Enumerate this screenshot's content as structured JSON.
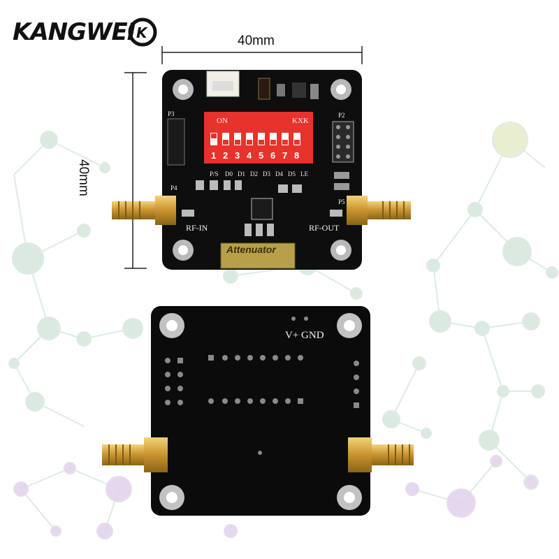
{
  "brand": "KANGWEI",
  "brand_badge": "K",
  "dimensions": {
    "width_label": "40mm",
    "height_label": "40mm"
  },
  "front_board": {
    "switch_on_label": "ON",
    "switch_brand": "KXK",
    "switch_numbers": [
      "1",
      "2",
      "3",
      "4",
      "5",
      "6",
      "7",
      "8"
    ],
    "pin_labels": [
      "P/S",
      "D0",
      "D1",
      "D2",
      "D3",
      "D4",
      "D5",
      "LE"
    ],
    "rf_in": "RF-IN",
    "rf_out": "RF-OUT",
    "module_label": "Attenuator",
    "ref_p3": "P3",
    "ref_p4": "P4",
    "ref_p5": "P5",
    "ref_p2": "P2"
  },
  "back_board": {
    "power_label": "V+ GND"
  },
  "colors": {
    "pcb": "#0c0c0c",
    "dip_switch": "#e8322c",
    "sma_gold": "#d4a43a",
    "network_nodes": "#cfe3d8"
  }
}
